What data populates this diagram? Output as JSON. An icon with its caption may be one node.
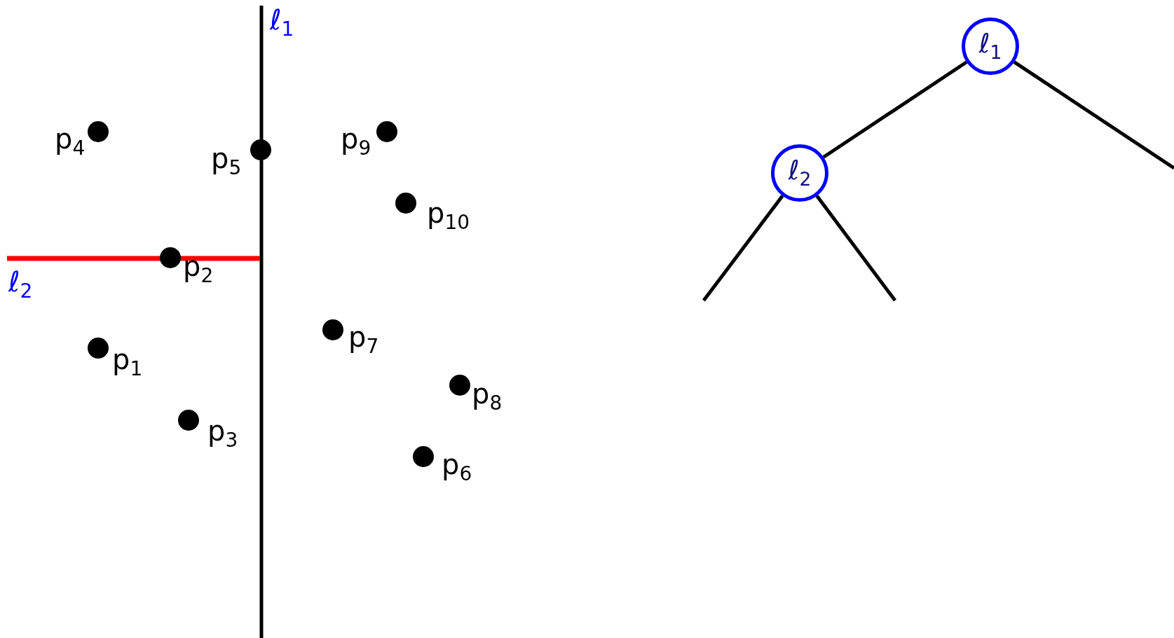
{
  "diagram": {
    "nodes": [
      {
        "text": [
          "ℓ$_{1}$"
        ]
      },
      {
        "text": [
          "ℓ$_{2}$"
        ]
      }
    ],
    "edges": [
      {
        "from": 0,
        "to": 1,
        "arrow": "none"
      },
      {
        "from": 0,
        "to": null,
        "arrow": "none"
      },
      {
        "from": 1,
        "to": null,
        "arrow": "none"
      },
      {
        "from": 1,
        "to": null,
        "arrow": "none"
      }
    ],
    "labels": [
      "ℓ$_{1}$",
      "p$_{4}$",
      "p$_{5}$",
      "p$_{9}$",
      "p$_{10}$",
      "p$_{2}$",
      "ℓ$_{2}$",
      "p$_{7}$",
      "p$_{1}$",
      "p$_{8}$",
      "p$_{3}$",
      "p$_{6}$"
    ]
  }
}
